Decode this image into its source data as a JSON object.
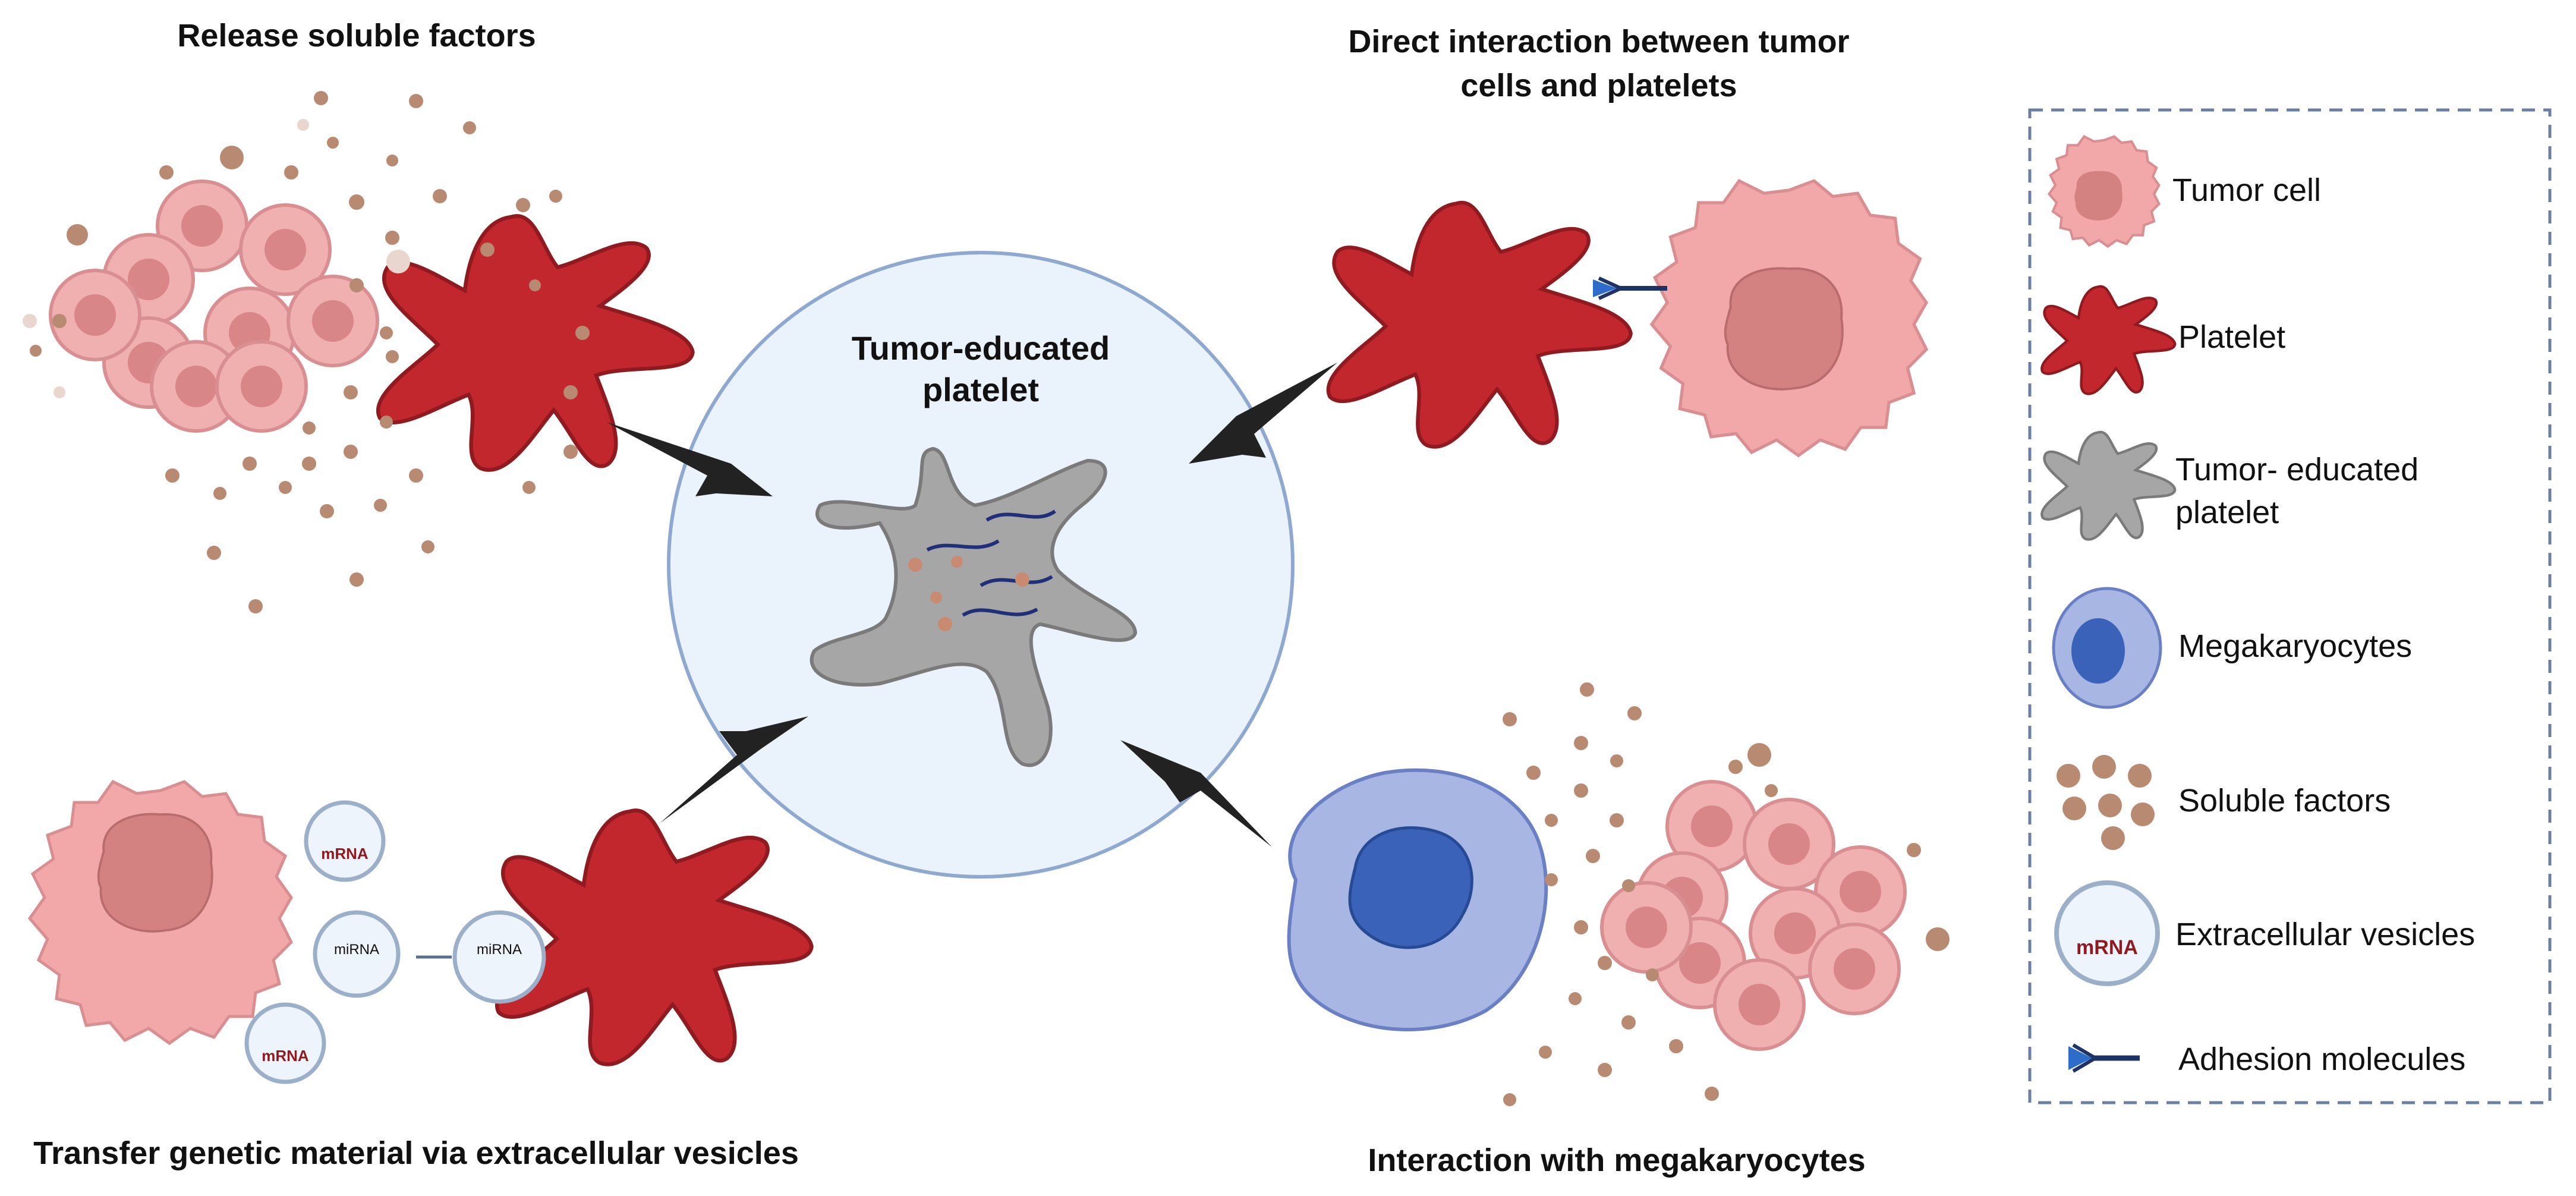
{
  "panels": {
    "top_left": "Release soluble factors",
    "top_right_1": "Direct interaction between tumor",
    "top_right_2": "cells and platelets",
    "bottom_left": "Transfer genetic material via extracellular vesicles",
    "bottom_right": "Interaction with megakaryocytes"
  },
  "center": {
    "line1": "Tumor-educated",
    "line2": "platelet"
  },
  "vesicle_labels": {
    "mrna": "mRNA",
    "mirna": "miRNA"
  },
  "legend": {
    "tumor_cell": "Tumor cell",
    "platelet": "Platelet",
    "tep_1": "Tumor- educated",
    "tep_2": "platelet",
    "megakaryocytes": "Megakaryocytes",
    "soluble_factors": "Soluble factors",
    "extracellular_vesicles": "Extracellular vesicles",
    "adhesion_molecules": "Adhesion molecules"
  },
  "colors": {
    "platelet": "#c1272d",
    "tumor_cell": "#f2a7a8",
    "tep": "#a6a6a6",
    "megakaryocyte": "#8fa3d9",
    "soluble_factor": "#b98a72",
    "center_circle": "#eaf2fb",
    "arrow": "#222222"
  }
}
